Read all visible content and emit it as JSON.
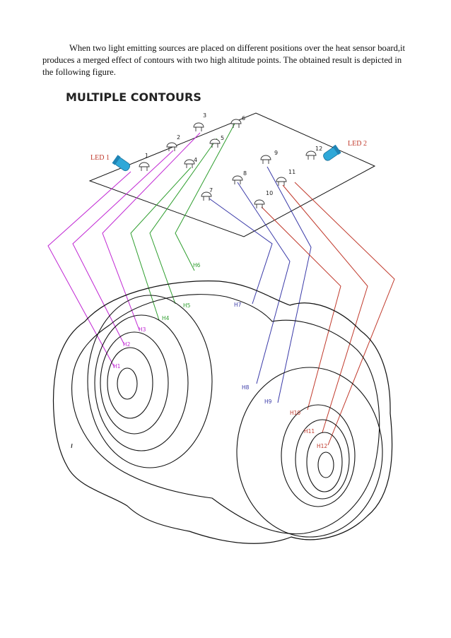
{
  "paragraph": "When two light emitting sources are placed on different positions over the heat sensor board,it produces a merged effect of contours with two high altitude points. The obtained result is depicted in the following figure.",
  "figure": {
    "title": "MULTIPLE CONTOURS",
    "led_labels": {
      "led1": "LED 1",
      "led2": "LED 2"
    },
    "sensor_numbers": [
      "1",
      "2",
      "3",
      "4",
      "5",
      "6",
      "7",
      "8",
      "9",
      "10",
      "11",
      "12"
    ],
    "contour_labels": [
      "H1",
      "H2",
      "H3",
      "H4",
      "H5",
      "H6",
      "H7",
      "H8",
      "H9",
      "H10",
      "H11",
      "H12"
    ],
    "colors": {
      "led_label": "#c0392b",
      "magenta_group": "#c026d3",
      "green_group": "#2e9e2e",
      "blue_group": "#3a3aa8",
      "red_group": "#c0392b",
      "outline": "#111111",
      "led_body": "#2fa8d8"
    }
  }
}
